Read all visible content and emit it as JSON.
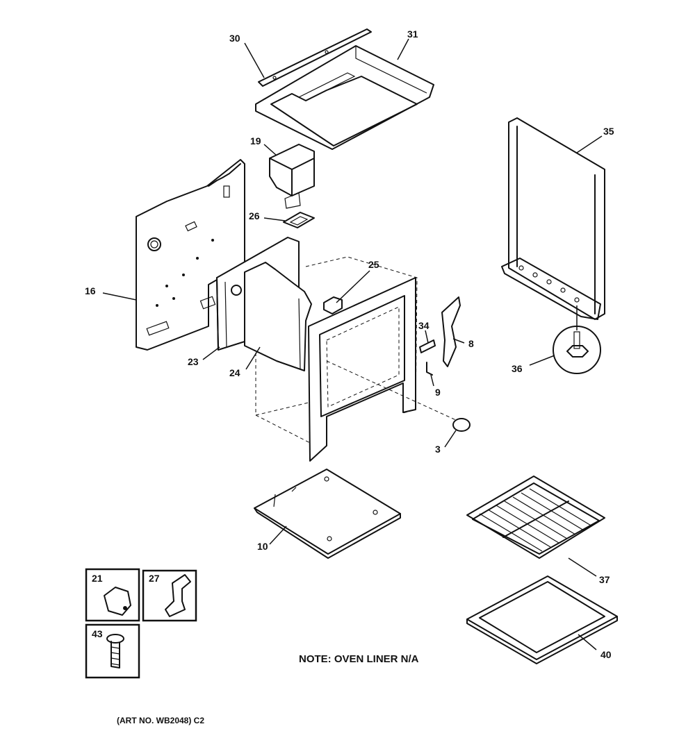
{
  "callouts": {
    "c30": "30",
    "c31": "31",
    "c35": "35",
    "c19": "19",
    "c26": "26",
    "c25": "25",
    "c16": "16",
    "c34": "34",
    "c8": "8",
    "c9": "9",
    "c23": "23",
    "c24": "24",
    "c36": "36",
    "c3": "3",
    "c10": "10",
    "c37": "37",
    "c21": "21",
    "c27": "27",
    "c43": "43",
    "c40": "40"
  },
  "note": "NOTE: OVEN LINER N/A",
  "art_number": "(ART NO. WB2048) C2"
}
